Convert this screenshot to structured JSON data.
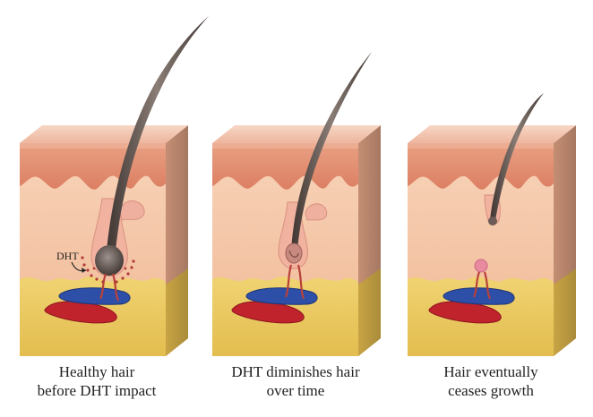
{
  "panels": [
    {
      "caption_line1": "Healthy hair",
      "caption_line2": "before DHT impact",
      "stage": "healthy",
      "marker": "DHT"
    },
    {
      "caption_line1": "DHT diminishes hair",
      "caption_line2": "over time",
      "stage": "shrinking"
    },
    {
      "caption_line1": "Hair eventually",
      "caption_line2": "ceases growth",
      "stage": "ceased"
    }
  ],
  "colors": {
    "epidermis_top": "#f2c3ad",
    "epidermis": "#e48b71",
    "dermis": "#f6c9ac",
    "fat": "#ebc85e",
    "hair": "#5b4f4a",
    "vein": "#2d4fa8",
    "artery": "#c0232c",
    "dht_dots": "#b23a3a"
  }
}
